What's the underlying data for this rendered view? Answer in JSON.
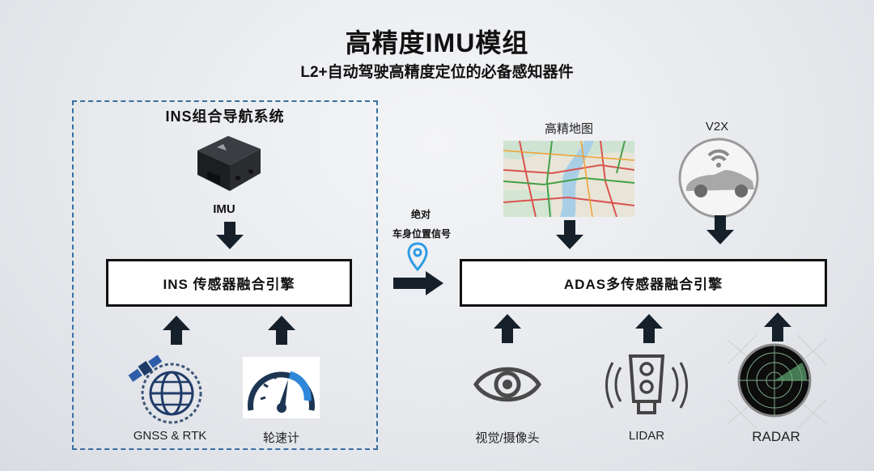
{
  "header": {
    "title": "高精度IMU模组",
    "subtitle": "L2+自动驾驶高精度定位的必备感知器件"
  },
  "ins_panel": {
    "title": "INS组合导航系统",
    "imu_label": "IMU",
    "engine_label": "INS 传感器融合引擎",
    "inputs": [
      {
        "label": "GNSS & RTK",
        "icon": "satellite-globe-icon"
      },
      {
        "label": "轮速计",
        "icon": "speedometer-icon"
      }
    ]
  },
  "signal": {
    "line1": "绝对",
    "line2": "车身位置信号",
    "icon": "location-pin-icon"
  },
  "adas": {
    "engine_label": "ADAS多传感器融合引擎",
    "top_inputs": [
      {
        "label": "高精地图",
        "icon": "hd-map-icon"
      },
      {
        "label": "V2X",
        "icon": "connected-car-icon"
      }
    ],
    "bottom_inputs": [
      {
        "label": "视觉/摄像头",
        "icon": "eye-icon"
      },
      {
        "label": "LIDAR",
        "icon": "lidar-icon"
      },
      {
        "label": "RADAR",
        "icon": "radar-icon"
      }
    ]
  },
  "colors": {
    "dashed_border": "#3a6fa3",
    "arrow": "#15202b",
    "pin": "#2f9be6",
    "radar_green": "#9ad0a8"
  }
}
